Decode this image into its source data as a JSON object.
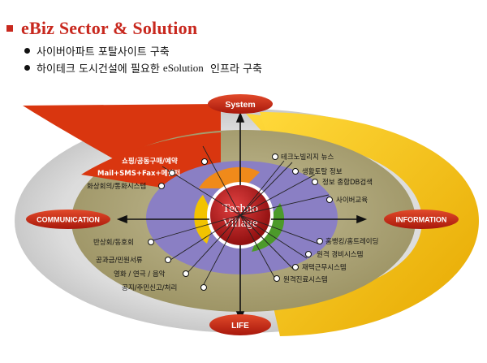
{
  "header": {
    "title": "eBiz Sector & Solution",
    "bullets": [
      {
        "text": "사이버아파트 포탈사이트 구축"
      },
      {
        "text_before": "하이테크 도시건설에 필요한 ",
        "text_en": "eSolution",
        "text_after": "  인프라 구축"
      }
    ]
  },
  "diagram": {
    "center": {
      "line1": "Techno",
      "line2": "Village"
    },
    "axes": {
      "top": "System",
      "left": "COMMUNICATION",
      "right": "INFORMATION",
      "bottom": "LIFE"
    },
    "system_items": [
      "쇼핑/공동구매/예약",
      "Mail+SMS+Fax+메신저",
      "화상회의/통화시스템"
    ],
    "information_top_items": [
      "테크노빌리지 뉴스",
      "생활토탈 정보",
      "정보 종합DB검색",
      "사이버교육"
    ],
    "information_bottom_items": [
      "홈뱅킹/홈트레이딩",
      "원격 경비시스템",
      "재택근무시스템",
      "원격진료시스템"
    ],
    "communication_items": [
      "반상회/동호회",
      "공과금/민원서류",
      "영화 / 연극 / 음악",
      "공지/주민신고/처리"
    ],
    "colors": {
      "title_red": "#c8281e",
      "outer_gray": "#d9d9d9",
      "yellow_arc": "#f5c200",
      "red_sector": "#d9360f",
      "olive_ring": "#aba171",
      "purple_ring": "#8a7fc4",
      "center_red": "#9b1212"
    }
  }
}
